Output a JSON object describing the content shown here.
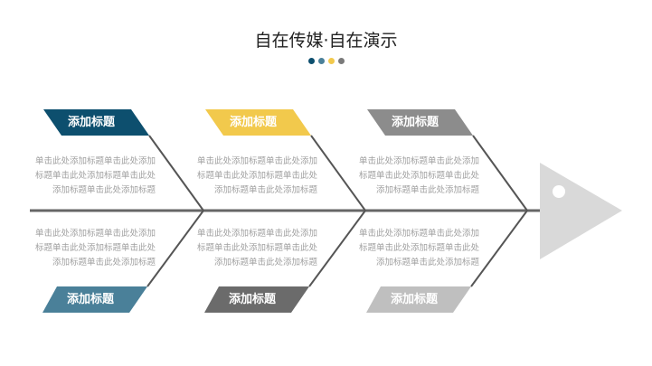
{
  "title": "自在传媒·自在演示",
  "dots": [
    "#0d4f6e",
    "#4a8099",
    "#f2c94c",
    "#7a7a7a"
  ],
  "top": [
    {
      "label": "添加标题",
      "color": "#0d4f6e",
      "lines": [
        "单击此处添加标题单击此处添加",
        "标题单击此处添加标题单击此处",
        "添加标题单击此处添加标题"
      ]
    },
    {
      "label": "添加标题",
      "color": "#f2c94c",
      "lines": [
        "单击此处添加标题单击此处添加",
        "标题单击此处添加标题单击此处",
        "添加标题单击此处添加标题"
      ]
    },
    {
      "label": "添加标题",
      "color": "#8c8c8c",
      "lines": [
        "单击此处添加标题单击此处添加",
        "标题单击此处添加标题单击此处",
        "添加标题单击此处添加标题"
      ]
    }
  ],
  "bottom": [
    {
      "label": "添加标题",
      "color": "#4a8099",
      "lines": [
        "单击此处添加标题单击此处添加",
        "标题单击此处添加标题单击此处",
        "添加标题单击此处添加标题"
      ]
    },
    {
      "label": "添加标题",
      "color": "#6b6b6b",
      "lines": [
        "单击此处添加标题单击此处添加",
        "标题单击此处添加标题单击此处",
        "添加标题单击此处添加标题"
      ]
    },
    {
      "label": "添加标题",
      "color": "#bfbfbf",
      "lines": [
        "单击此处添加标题单击此处添加",
        "标题单击此处添加标题单击此处",
        "添加标题单击此处添加标题"
      ]
    }
  ]
}
